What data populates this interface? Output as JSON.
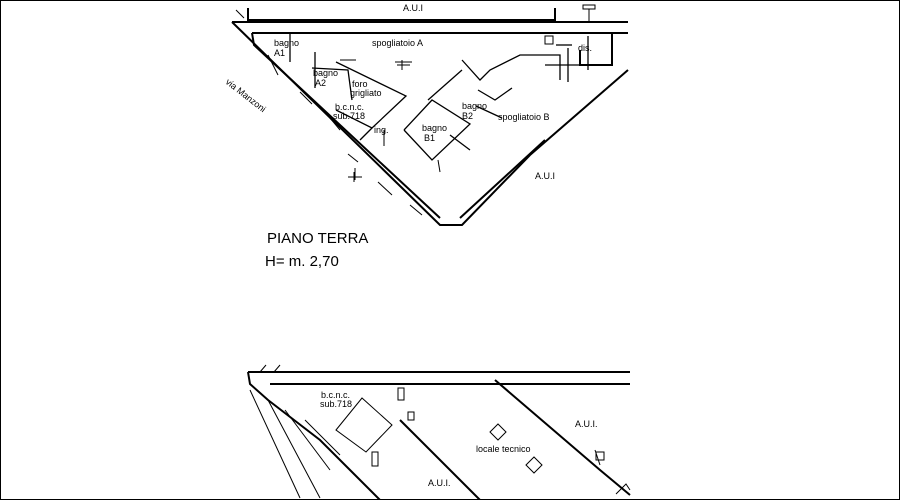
{
  "drawing": {
    "ink_color": "#000000",
    "paper_color": "#ffffff",
    "ground_floor": {
      "aui_top": "A.U.I",
      "bagno_a1": [
        "bagno",
        "A1"
      ],
      "spogliatoio_a": "spogliatoio A",
      "dis": "dis.",
      "bagno_a2": [
        "bagno",
        "A2"
      ],
      "foro_grigliato": [
        "foro",
        "grigliato"
      ],
      "via_manzoni": "via Manzoni",
      "bcnc": [
        "b.c.n.c.",
        "sub.718"
      ],
      "ing": "ing.",
      "bagno_b2": [
        "bagno",
        "B2"
      ],
      "spogliatoio_b": "spogliatoio B",
      "bagno_b1": [
        "bagno",
        "B1"
      ],
      "aui_right": "A.U.I",
      "floor_title": "PIANO TERRA",
      "floor_height": "H= m. 2,70"
    },
    "lower_floor": {
      "bcnc": [
        "b.c.n.c.",
        "sub.718"
      ],
      "aui_right": "A.U.I.",
      "locale_tecnico": "locale tecnico",
      "aui_bottom": "A.U.I."
    }
  }
}
